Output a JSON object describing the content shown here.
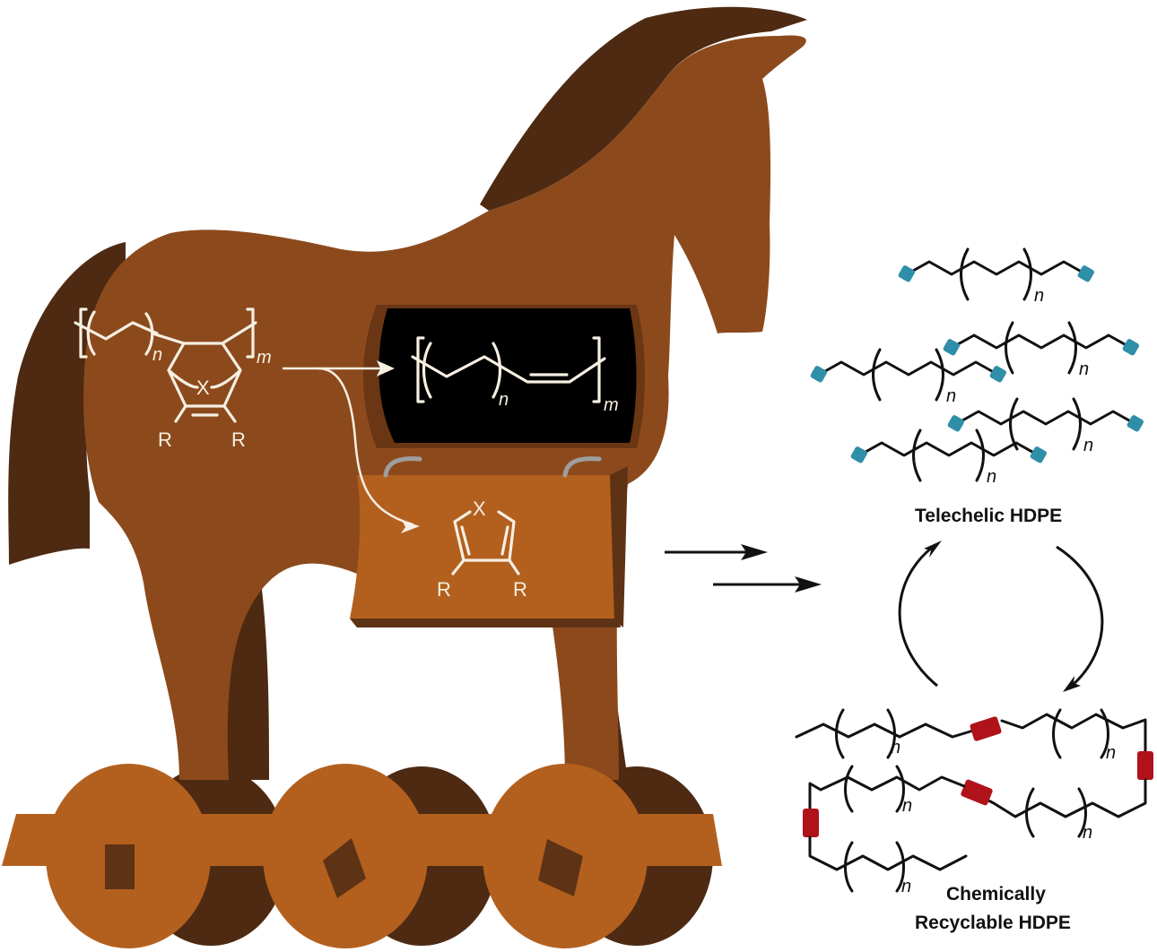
{
  "figure": {
    "description": "Trojan horse scheme: polymer with masked diene backbone releases aromatic heterocycle to give telechelic HDPE which cycles with chemically recyclable HDPE",
    "colors": {
      "horse_body": "#8c4a1c",
      "horse_shadow": "#4e2a12",
      "wood_light": "#b3601f",
      "hatch_black": "#000000",
      "end_group_teal": "#2f8ea8",
      "cleavable_link_red": "#b0121a",
      "chem_line_white": "#f6efe2"
    },
    "starting_polymer": {
      "repeat_sub": "n",
      "outer_sub": "m",
      "bridge_atom": "X",
      "substituents": [
        "R",
        "R"
      ]
    },
    "hatch_polymer": {
      "repeat_sub": "n",
      "outer_sub": "m"
    },
    "released_heterocycle": {
      "heteroatom": "X",
      "substituents": [
        "R",
        "R"
      ]
    },
    "telechelic": {
      "label": "Telechelic HDPE",
      "chain_count": 5,
      "repeat_sub": "n"
    },
    "recyclable": {
      "label_line1": "Chemically",
      "label_line2": "Recyclable HDPE",
      "repeat_sub": "n"
    }
  }
}
